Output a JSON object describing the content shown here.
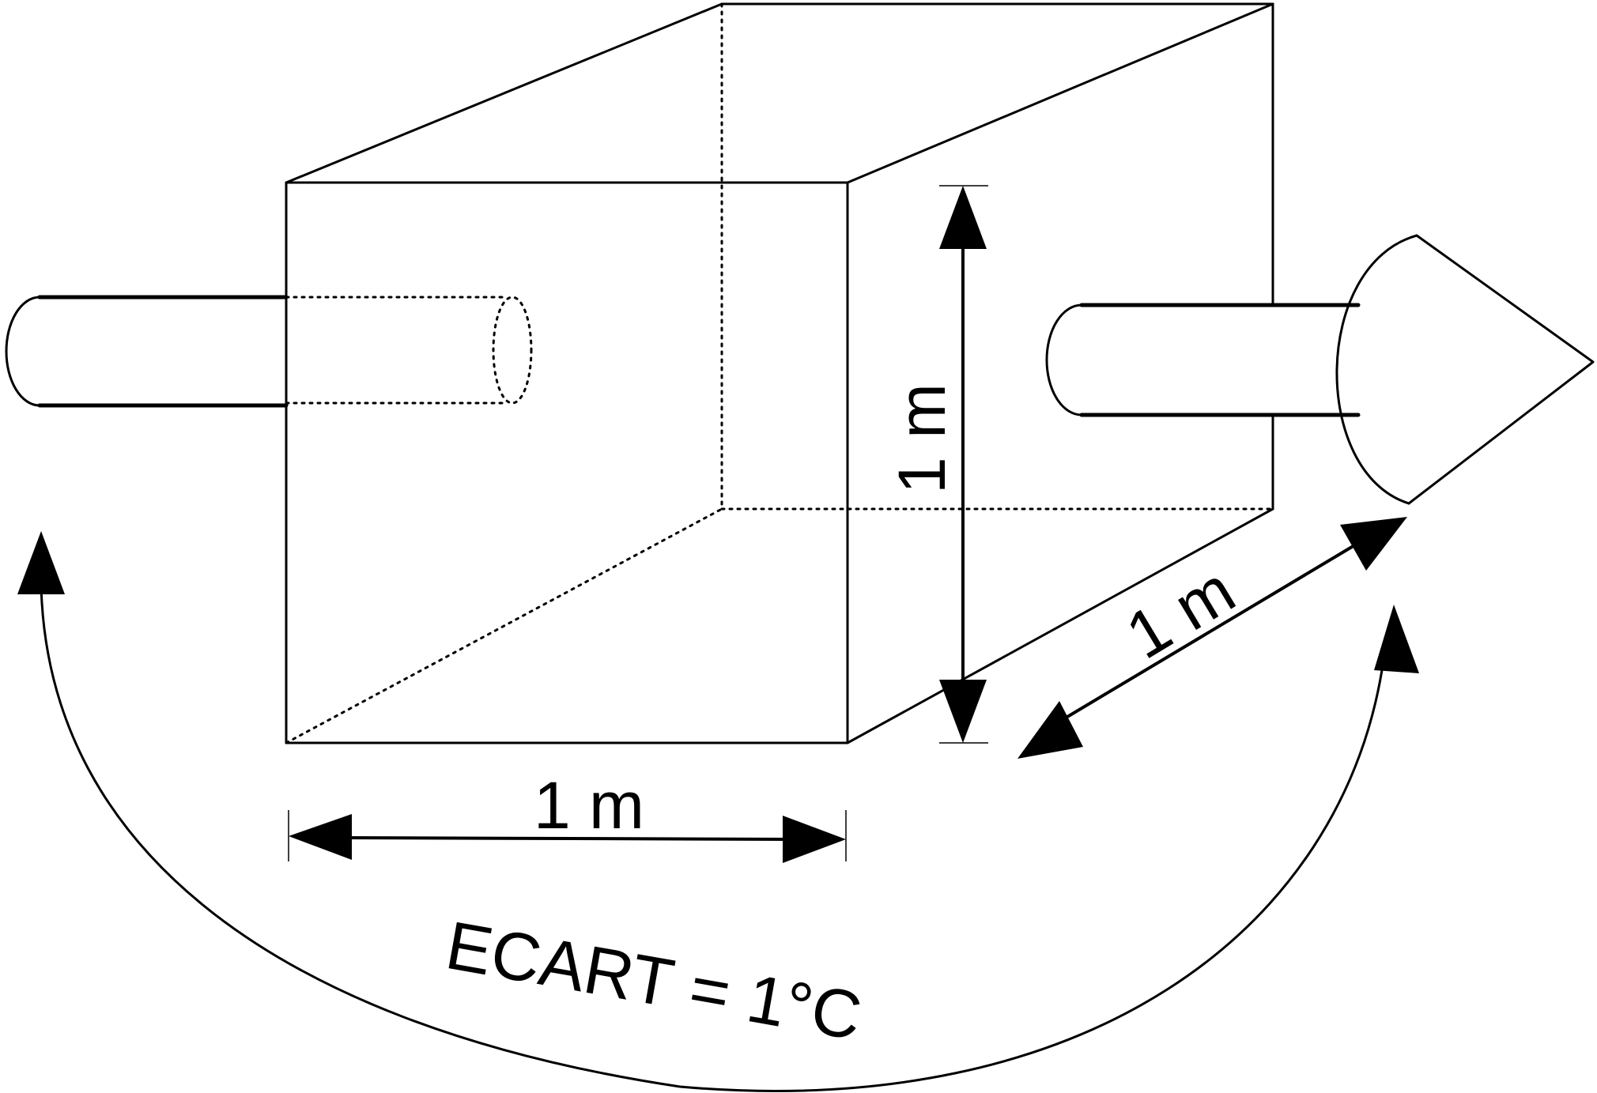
{
  "labels": {
    "width": "1 m",
    "height": "1 m",
    "depth": "1 m",
    "ecart": "ECART = 1°C"
  },
  "colors": {
    "stroke": "#000000",
    "background": "#ffffff"
  }
}
